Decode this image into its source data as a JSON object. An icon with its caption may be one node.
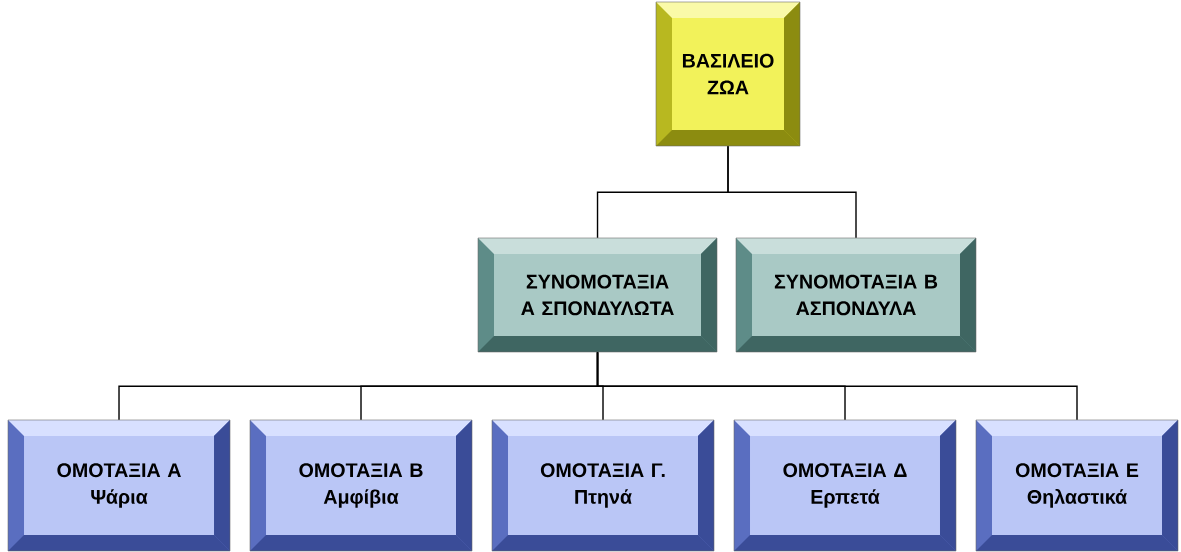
{
  "diagram": {
    "nodes": [
      {
        "text": [
          "ΒΑΣΙΛΕΙΟ",
          "ΖΩΑ"
        ]
      },
      {
        "text": [
          "ΣΥΝΟΜΟΤΑΞΙΑ Α ΣΠΟΝΔΥΛΩΤΑ"
        ]
      },
      {
        "text": [
          "ΣΥΝΟΜΟΤΑΞΙΑ Β",
          "ΑΣΠΟΝΔΥΛΑ"
        ]
      },
      {
        "text": [
          "ΟΜΟΤΑΞΙΑ Α",
          "Ψάρια"
        ]
      },
      {
        "text": [
          "ΟΜΟΤΑΞΙΑ Β",
          "Αμφίβια"
        ]
      },
      {
        "text": [
          "ΟΜΟΤΑΞΙΑ Γ.",
          "Πτηνά"
        ]
      },
      {
        "text": [
          "ΟΜΟΤΑΞΙΑ Δ",
          "Ερπετά"
        ]
      },
      {
        "text": [
          "ΟΜΟΤΑΞΙΑ Ε",
          "Θηλαστικά"
        ]
      }
    ],
    "edges": [
      {
        "from": 0,
        "to": 1,
        "arrow": "none"
      },
      {
        "from": 0,
        "to": 2,
        "arrow": "none"
      },
      {
        "from": 1,
        "to": 3,
        "arrow": "none"
      },
      {
        "from": 1,
        "to": 4,
        "arrow": "none"
      },
      {
        "from": 1,
        "to": 5,
        "arrow": "none"
      },
      {
        "from": 1,
        "to": 6,
        "arrow": "none"
      },
      {
        "from": 1,
        "to": 7,
        "arrow": "none"
      }
    ]
  }
}
